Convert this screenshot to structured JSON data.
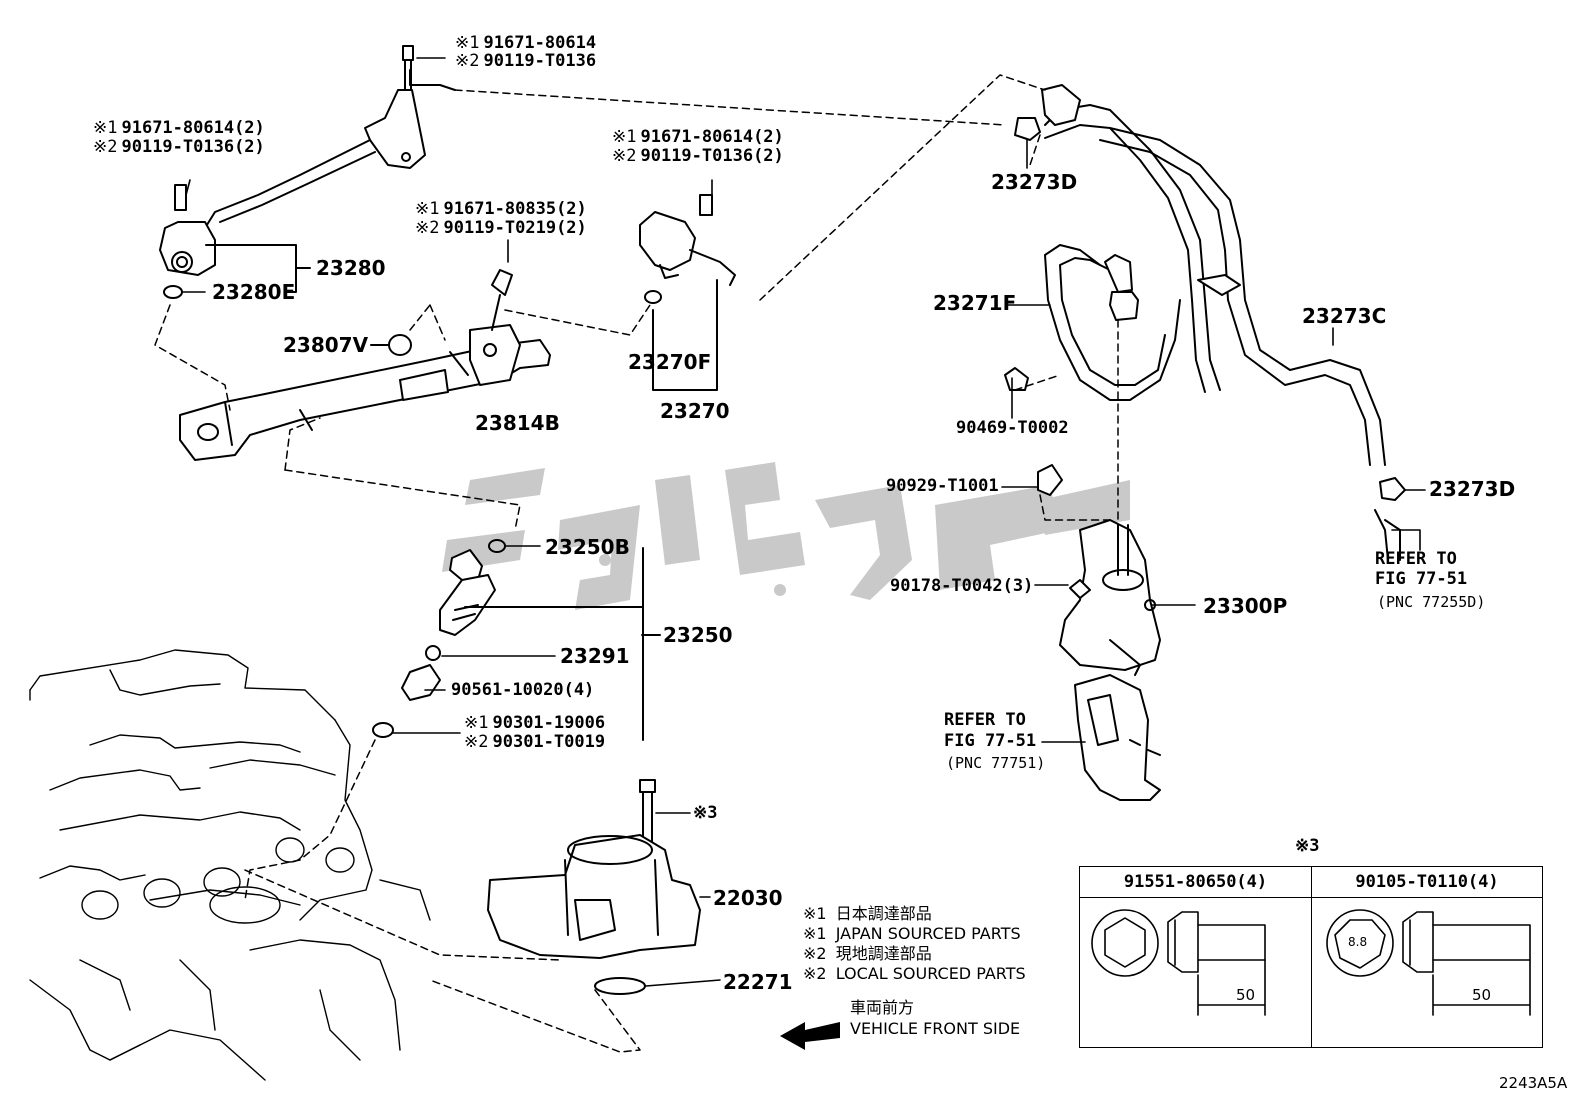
{
  "labels": {
    "bolt_top_1": "91671-80614",
    "bolt_top_2": "90119-T0136",
    "bolt_left_1": "91671-80614(2)",
    "bolt_left_2": "90119-T0136(2)",
    "bolt_mid_1": "91671-80835(2)",
    "bolt_mid_2": "90119-T0219(2)",
    "bolt_right_1": "91671-80614(2)",
    "bolt_right_2": "90119-T0136(2)",
    "mark1": "※1",
    "mark2": "※2",
    "mark3": "※3",
    "p23280": "23280",
    "p23280E": "23280E",
    "p23807V": "23807V",
    "p23814B": "23814B",
    "p23270F": "23270F",
    "p23270": "23270",
    "p23273D_top": "23273D",
    "p23271F": "23271F",
    "p23273C": "23273C",
    "p90469": "90469-T0002",
    "p90929": "90929-T1001",
    "p23273D_right": "23273D",
    "refer_right_1": "REFER TO",
    "refer_right_2": "FIG 77-51",
    "refer_right_3": "(PNC 77255D)",
    "p90178": "90178-T0042(3)",
    "p23300P": "23300P",
    "refer_mid_1": "REFER TO",
    "refer_mid_2": "FIG 77-51",
    "refer_mid_3": "(PNC 77751)",
    "p23250B": "23250B",
    "p23250": "23250",
    "p23291": "23291",
    "p90561": "90561-10020(4)",
    "oring_1": "90301-19006",
    "oring_2": "90301-T0019",
    "p22030": "22030",
    "p22271": "22271",
    "fig_code": "2243A5A"
  },
  "legend": [
    {
      "mark": "※1",
      "text": "日本調達部品"
    },
    {
      "mark": "※1",
      "text": "JAPAN SOURCED PARTS"
    },
    {
      "mark": "※2",
      "text": "現地調達部品"
    },
    {
      "mark": "※2",
      "text": "LOCAL SOURCED PARTS"
    }
  ],
  "front": {
    "jp": "車両前方",
    "en": "VEHICLE FRONT SIDE"
  },
  "table": {
    "mark": "※3",
    "columns": [
      {
        "header": "91551-80650(4)",
        "dimension": "50"
      },
      {
        "header": "90105-T0110(4)",
        "dimension": "50",
        "head_mark": "8.8"
      }
    ]
  }
}
